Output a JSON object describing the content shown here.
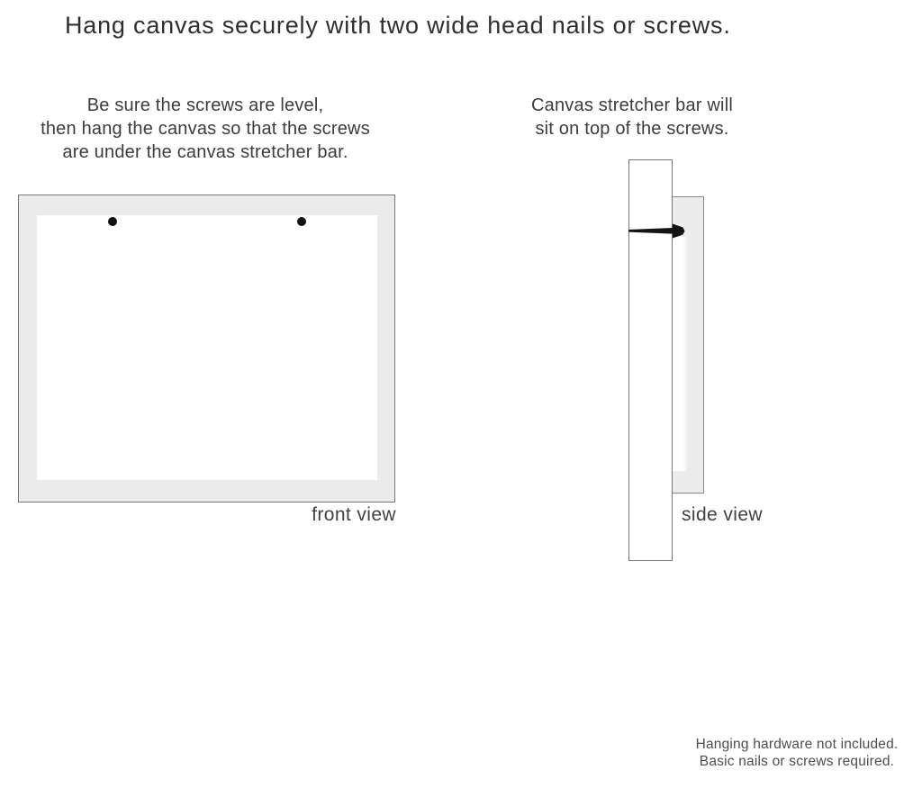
{
  "title": "Hang canvas securely with two wide head nails or screws.",
  "front_view": {
    "instructions": [
      "Be sure the screws are level,",
      "then hang the canvas so that the screws",
      "are under the canvas stretcher bar."
    ],
    "label": "front view"
  },
  "side_view": {
    "instructions": [
      "Canvas stretcher bar will",
      "sit on top of the screws."
    ],
    "label": "side view"
  },
  "footer": {
    "lines": [
      "Hanging hardware not included.",
      "Basic nails or screws required."
    ]
  },
  "colors": {
    "canvas_frame_fill": "#ebebeb",
    "border_gray": "#757575",
    "text_dark": "#2f2f2f",
    "nail_black": "#141414"
  }
}
